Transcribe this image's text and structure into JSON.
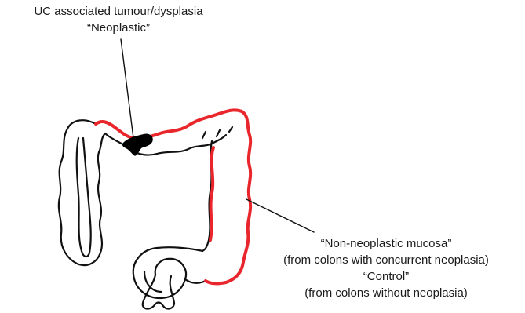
{
  "labels": {
    "neoplastic": {
      "line1": "UC associated tumour/dysplasia",
      "line2": "“Neoplastic”"
    },
    "non_neoplastic": {
      "line1": "“Non-neoplastic mucosa”",
      "line2": "(from colons with concurrent neoplasia)",
      "line3": "“Control”",
      "line4": "(from colons without neoplasia)"
    }
  },
  "colors": {
    "outline": "#111111",
    "highlight": "#e8262b",
    "tumour": "#000000",
    "text": "#1a1a1a"
  }
}
